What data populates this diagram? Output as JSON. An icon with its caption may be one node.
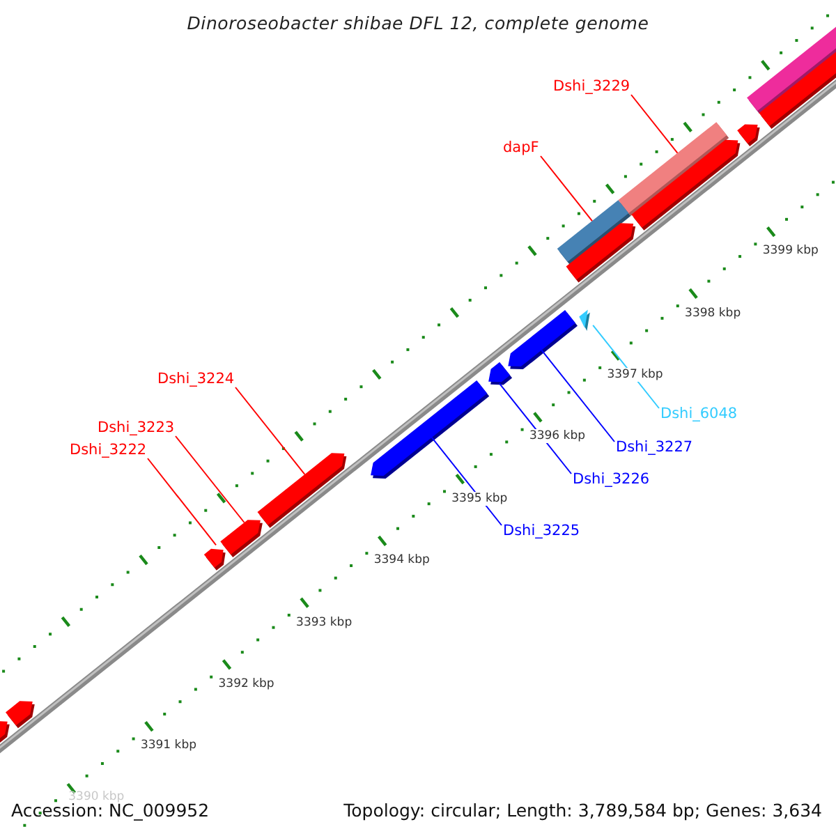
{
  "diagram": {
    "title": "Dinoroseobacter shibae DFL 12, complete genome",
    "nodes": [
      {
        "text": [
          "Dshi_3229"
        ]
      },
      {
        "text": [
          "dapF"
        ]
      },
      {
        "text": [
          "Dshi_3224"
        ]
      },
      {
        "text": [
          "Dshi_3223"
        ]
      },
      {
        "text": [
          "Dshi_3222"
        ]
      },
      {
        "text": [
          "Dshi_6048"
        ]
      },
      {
        "text": [
          "Dshi_3227"
        ]
      },
      {
        "text": [
          "Dshi_3226"
        ]
      },
      {
        "text": [
          "Dshi_3225"
        ]
      },
      {
        "text": [],
        "shape": "bar"
      },
      {
        "text": [],
        "shape": "arrow"
      },
      {
        "text": [],
        "shape": "arrow"
      },
      {
        "text": [],
        "shape": "bar"
      },
      {
        "text": [],
        "shape": "bar"
      },
      {
        "text": [],
        "shape": "arrow"
      },
      {
        "text": [],
        "shape": "arrow"
      },
      {
        "text": [],
        "shape": "triangle"
      },
      {
        "text": [],
        "shape": "arrow"
      },
      {
        "text": [],
        "shape": "arrow"
      },
      {
        "text": [],
        "shape": "arrow"
      },
      {
        "text": [],
        "shape": "arrow"
      },
      {
        "text": [],
        "shape": "arrow"
      },
      {
        "text": [],
        "shape": "arrow"
      },
      {
        "text": [],
        "shape": "arrow"
      },
      {
        "text": [],
        "shape": "arrow"
      }
    ],
    "edges": [
      {
        "from": 0,
        "to": 12,
        "arrow": "none"
      },
      {
        "from": 1,
        "to": 13,
        "arrow": "none"
      },
      {
        "from": 2,
        "to": 20,
        "arrow": "none"
      },
      {
        "from": 3,
        "to": 21,
        "arrow": "none"
      },
      {
        "from": 4,
        "to": 22,
        "arrow": "none"
      },
      {
        "from": 5,
        "to": 16,
        "arrow": "none",
        "color": "#33ccff"
      },
      {
        "from": 6,
        "to": 17,
        "arrow": "none",
        "color": "#0000ff"
      },
      {
        "from": 7,
        "to": 18,
        "arrow": "none",
        "color": "#0000ff"
      },
      {
        "from": 8,
        "to": 19,
        "arrow": "none",
        "color": "#0000ff"
      }
    ],
    "labels": [
      "3399 kbp",
      "3398 kbp",
      "3397 kbp",
      "3396 kbp",
      "3395 kbp",
      "3394 kbp",
      "3393 kbp",
      "3392 kbp",
      "3391 kbp",
      "3390 kbp",
      "Accession: NC_009952",
      "Topology: circular; Length: 3,789,584 bp; Genes: 3,634"
    ]
  }
}
